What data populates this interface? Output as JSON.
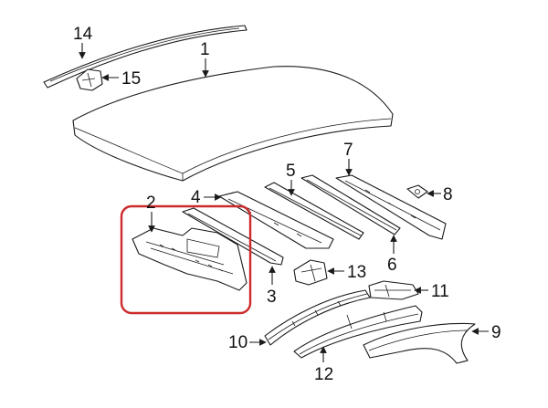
{
  "diagram": {
    "highlight_color": "#cc2a2a",
    "highlighted_part": "2",
    "callouts": [
      {
        "id": "c1",
        "label": "1"
      },
      {
        "id": "c2",
        "label": "2"
      },
      {
        "id": "c3",
        "label": "3"
      },
      {
        "id": "c4",
        "label": "4"
      },
      {
        "id": "c5",
        "label": "5"
      },
      {
        "id": "c6",
        "label": "6"
      },
      {
        "id": "c7",
        "label": "7"
      },
      {
        "id": "c8",
        "label": "8"
      },
      {
        "id": "c9",
        "label": "9"
      },
      {
        "id": "c10",
        "label": "10"
      },
      {
        "id": "c11",
        "label": "11"
      },
      {
        "id": "c12",
        "label": "12"
      },
      {
        "id": "c13",
        "label": "13"
      },
      {
        "id": "c14",
        "label": "14"
      },
      {
        "id": "c15",
        "label": "15"
      }
    ]
  }
}
